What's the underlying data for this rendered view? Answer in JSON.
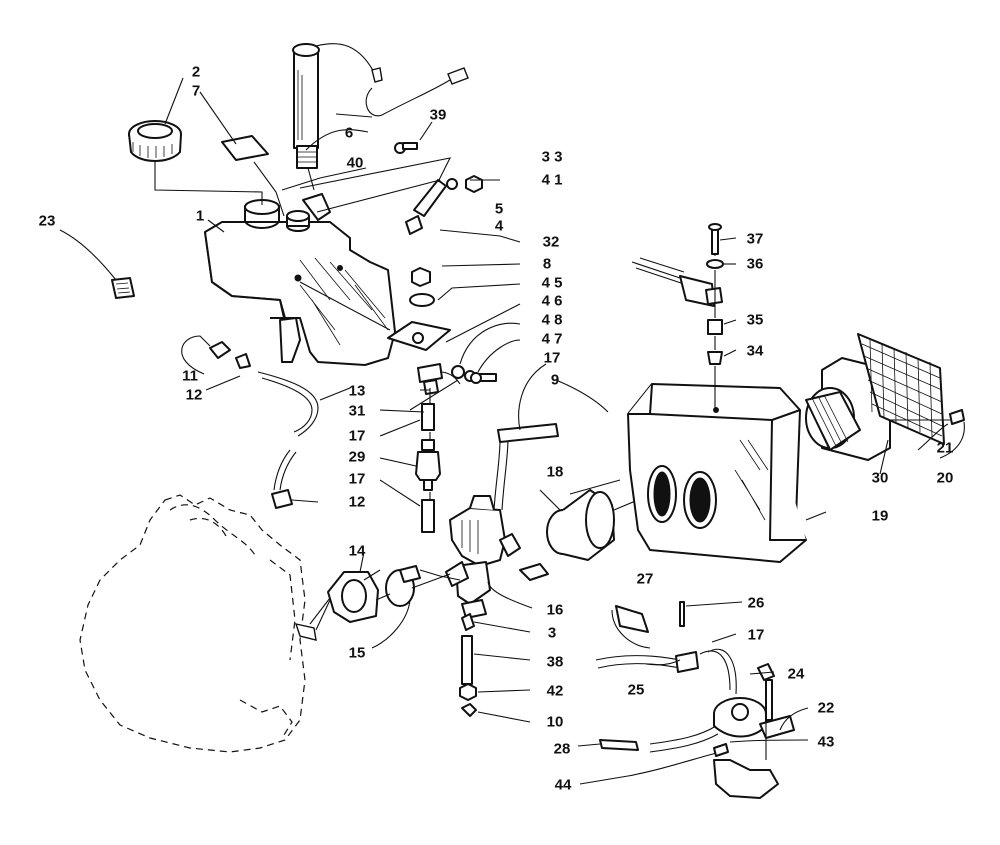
{
  "callouts": {
    "c1": "1",
    "c2": "2",
    "c3": "3",
    "c4": "4",
    "c5": "5",
    "c6": "6",
    "c7": "7",
    "c8": "8",
    "c9": "9",
    "c10": "10",
    "c11": "11",
    "c12a": "12",
    "c12b": "12",
    "c13": "13",
    "c14": "14",
    "c15": "15",
    "c16": "16",
    "c17a": "17",
    "c17b": "17",
    "c17c": "17",
    "c17d": "17",
    "c18": "18",
    "c19": "19",
    "c20": "20",
    "c21": "21",
    "c22": "22",
    "c23": "23",
    "c24": "24",
    "c25": "25",
    "c26": "26",
    "c27": "27",
    "c28": "28",
    "c29": "29",
    "c30": "30",
    "c31": "31",
    "c32": "32",
    "c33": "3 3",
    "c34": "34",
    "c35": "35",
    "c36": "36",
    "c37": "37",
    "c38": "38",
    "c39": "39",
    "c40": "40",
    "c41": "4 1",
    "c42": "42",
    "c43": "43",
    "c44": "44",
    "c45": "4 5",
    "c46": "4 6",
    "c47": "4 7",
    "c48": "4 8"
  }
}
